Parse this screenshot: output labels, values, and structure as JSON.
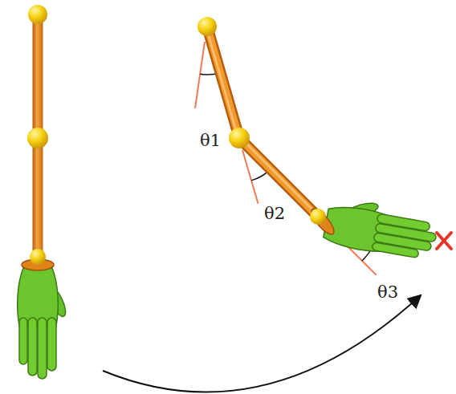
{
  "diagram": {
    "labels": [
      "θ1",
      "θ2",
      "θ3"
    ]
  }
}
